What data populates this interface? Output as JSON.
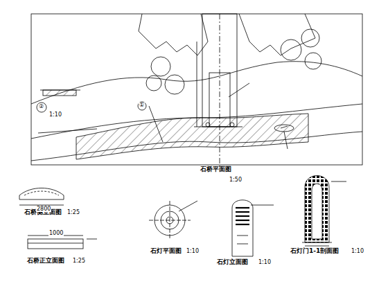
{
  "diagram": {
    "labels": [
      "石桥平面图",
      "1:50",
      "石桥侧立面图",
      "1:25",
      "石桥正立面图",
      "1:25",
      "石灯平面图",
      "1:10",
      "石灯立面图",
      "1:10",
      "石灯门1-1剖面图",
      "1:10",
      "②",
      "1:10",
      "①",
      "2800",
      "1000"
    ]
  }
}
